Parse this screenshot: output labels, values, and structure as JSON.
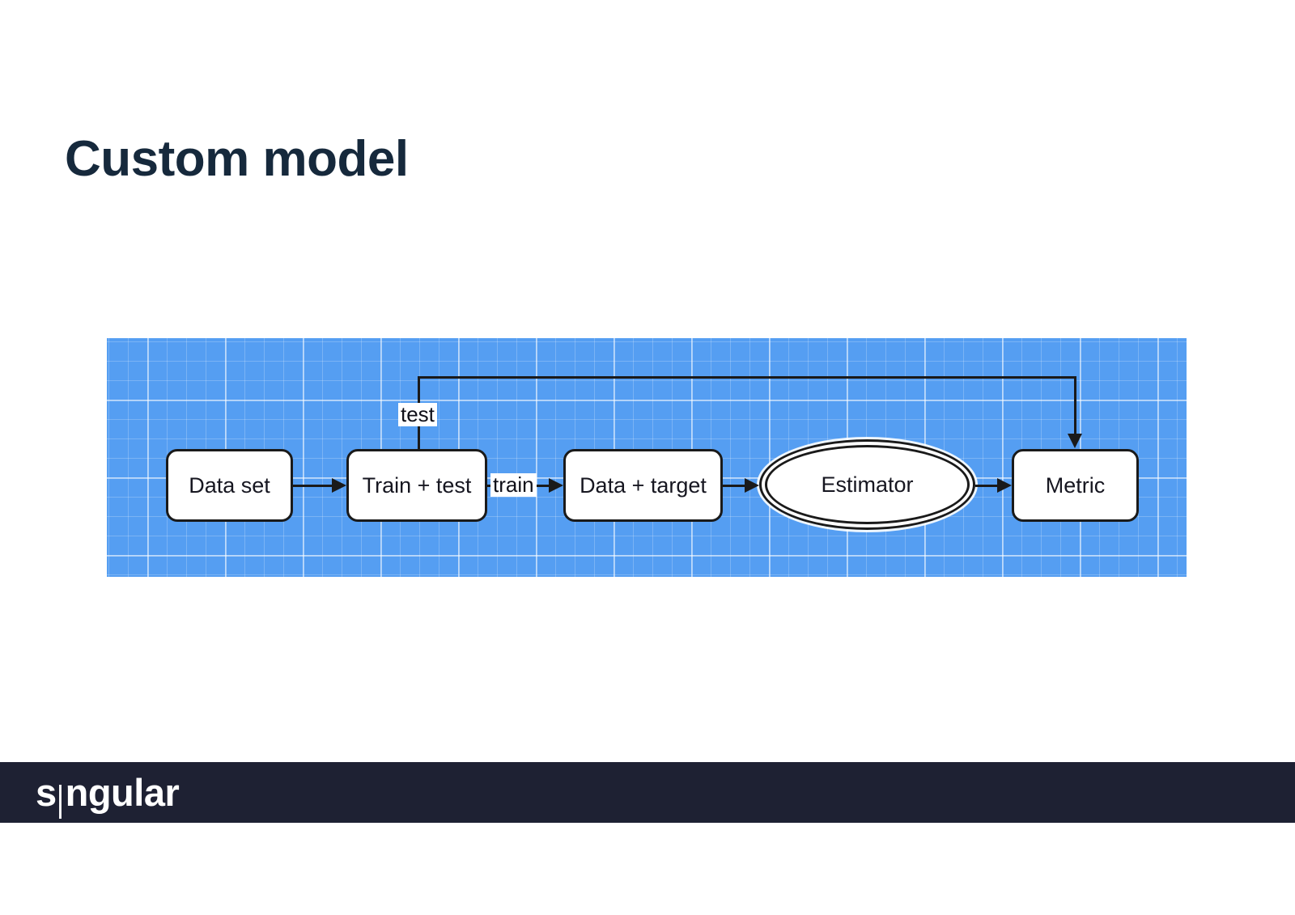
{
  "slide": {
    "title": "Custom model",
    "footer": {
      "brand_prefix": "s",
      "brand_suffix": "ngular",
      "brand_separator": "|"
    }
  },
  "diagram": {
    "type": "flowchart",
    "nodes": [
      {
        "id": "dataset",
        "label": "Data set",
        "shape": "rounded-rect"
      },
      {
        "id": "traintest",
        "label": "Train + test",
        "shape": "rounded-rect"
      },
      {
        "id": "datatarget",
        "label": "Data + target",
        "shape": "rounded-rect"
      },
      {
        "id": "estimator",
        "label": "Estimator",
        "shape": "double-ellipse"
      },
      {
        "id": "metric",
        "label": "Metric",
        "shape": "rounded-rect"
      }
    ],
    "edges": [
      {
        "from": "dataset",
        "to": "traintest",
        "label": ""
      },
      {
        "from": "traintest",
        "to": "datatarget",
        "label": "train"
      },
      {
        "from": "datatarget",
        "to": "estimator",
        "label": ""
      },
      {
        "from": "estimator",
        "to": "metric",
        "label": ""
      },
      {
        "from": "traintest",
        "to": "metric",
        "label": "test",
        "route": "over-the-top"
      }
    ],
    "colors": {
      "panel_background": "#559ef2",
      "grid_minor": "rgba(255,255,255,0.22)",
      "grid_major": "rgba(255,255,255,0.50)",
      "node_fill": "#ffffff",
      "node_border": "#1a1a1a",
      "connector": "#1a1a1a",
      "title_text": "#16293c",
      "footer_bar": "#1e2133",
      "footer_text": "#ffffff"
    }
  }
}
